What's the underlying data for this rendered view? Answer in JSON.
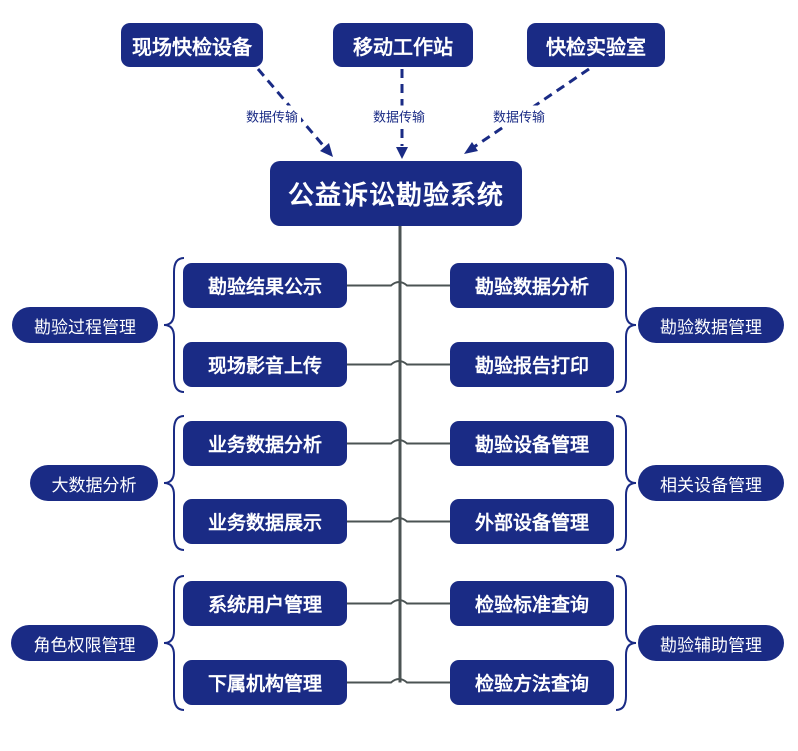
{
  "title": "公益诉讼勘验系统",
  "sources": [
    {
      "label": "现场快检设备",
      "edge_label": "数据传输"
    },
    {
      "label": "移动工作站",
      "edge_label": "数据传输"
    },
    {
      "label": "快检实验室",
      "edge_label": "数据传输"
    }
  ],
  "groups": [
    {
      "category": "勘验过程管理",
      "side": "left",
      "items": [
        "勘验结果公示",
        "现场影音上传"
      ]
    },
    {
      "category": "勘验数据管理",
      "side": "right",
      "items": [
        "勘验数据分析",
        "勘验报告打印"
      ]
    },
    {
      "category": "大数据分析",
      "side": "left",
      "items": [
        "业务数据分析",
        "业务数据展示"
      ]
    },
    {
      "category": "相关设备管理",
      "side": "right",
      "items": [
        "勘验设备管理",
        "外部设备管理"
      ]
    },
    {
      "category": "角色权限管理",
      "side": "left",
      "items": [
        "系统用户管理",
        "下属机构管理"
      ]
    },
    {
      "category": "勘验辅助管理",
      "side": "right",
      "items": [
        "检验标准查询",
        "检验方法查询"
      ]
    }
  ],
  "colors": {
    "navy": "#1a2b85",
    "line": "#4b5353",
    "text_on_navy": "#ffffff"
  }
}
